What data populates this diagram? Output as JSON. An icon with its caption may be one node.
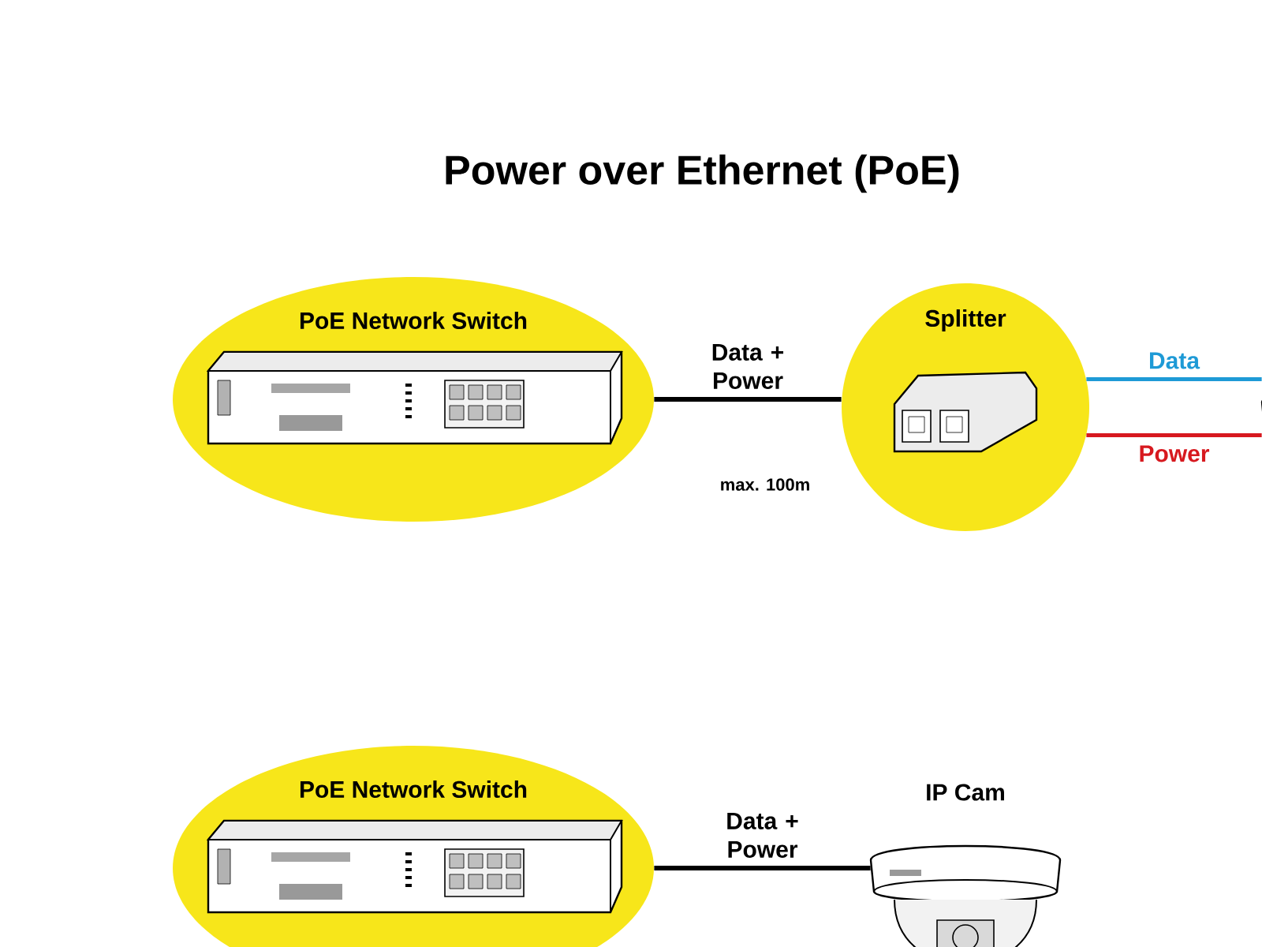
{
  "diagram": {
    "title": "Power over Ethernet (PoE)",
    "nodes": [
      {
        "text": [
          "PoE Network Switch"
        ]
      },
      {
        "text": [
          "Splitter"
        ]
      },
      {
        "text": [],
        "shape": "picture"
      },
      {
        "text": [
          "PoE Network Switch"
        ]
      },
      {
        "text": [
          "IP Cam"
        ]
      }
    ],
    "edges": [
      {
        "from": 0,
        "to": 1,
        "arrow": "none",
        "label": "Data + Power"
      },
      {
        "from": 1,
        "to": 2,
        "arrow": "none",
        "label": "Data",
        "color": "#1e9ad6"
      },
      {
        "from": 1,
        "to": 2,
        "arrow": "none",
        "label": "Power",
        "color": "#d7191f"
      },
      {
        "from": 3,
        "to": 4,
        "arrow": "none",
        "label": "Data + Power"
      }
    ],
    "labels": [
      "max. 100m"
    ]
  }
}
